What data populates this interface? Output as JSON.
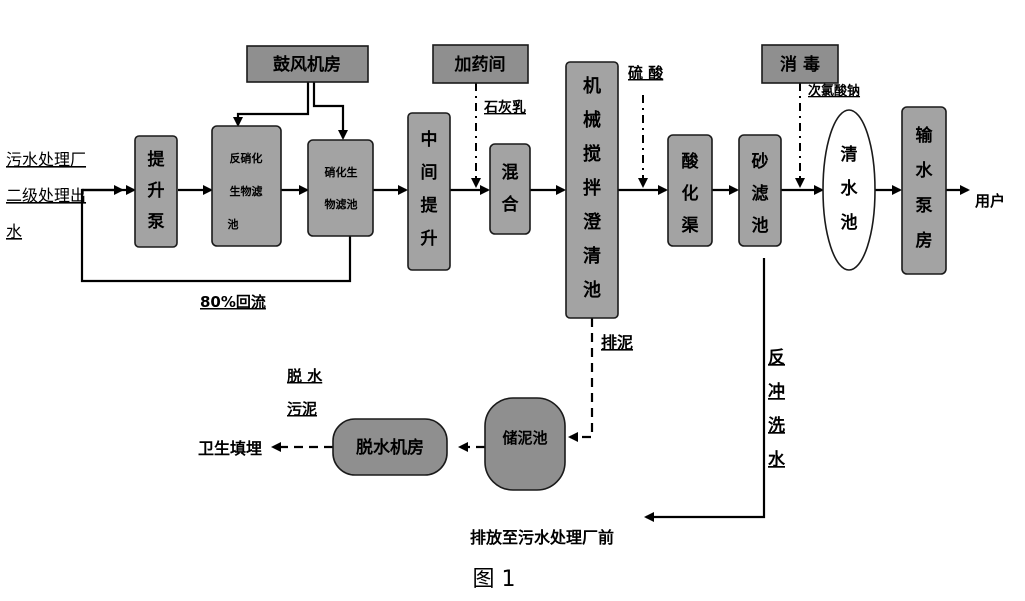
{
  "source": {
    "lines": [
      "污水处理厂",
      "二级处理出",
      "水"
    ]
  },
  "nodes": {
    "blower_room": "鼓风机房",
    "dosing_room": "加药间",
    "disinfection": "消  毒",
    "lift_pump": [
      "提",
      "升",
      "泵"
    ],
    "denitrify_filter": [
      "反硝化",
      "生物滤",
      "池"
    ],
    "nitrify_filter": [
      "硝化生",
      "物滤池"
    ],
    "mid_lift": [
      "中",
      "间",
      "提",
      "升"
    ],
    "mixing": [
      "混",
      "合"
    ],
    "clarifier": [
      "机",
      "械",
      "搅",
      "拌",
      "澄",
      "清",
      "池"
    ],
    "acidify": [
      "酸",
      "化",
      "渠"
    ],
    "sand_filter": [
      "砂",
      "滤",
      "池"
    ],
    "clear_well": [
      "清",
      "水",
      "池"
    ],
    "pump_house": [
      "输",
      "水",
      "泵",
      "房"
    ],
    "sludge_tank": "储泥池",
    "dewater_room": "脱水机房"
  },
  "labels": {
    "lime_milk": "石灰乳",
    "sulfuric_acid": "硫 酸",
    "hypochlorite": "次氯酸钠",
    "recycle": "80%回流",
    "user": "用户",
    "sludge_discharge": "排泥",
    "backwash": [
      "反",
      "冲",
      "洗",
      "水"
    ],
    "dewatered_sludge": [
      "脱 水",
      "污泥"
    ],
    "landfill": "卫生填埋",
    "discharge_front": "排放至污水处理厂前",
    "figure_caption": "图 1"
  }
}
